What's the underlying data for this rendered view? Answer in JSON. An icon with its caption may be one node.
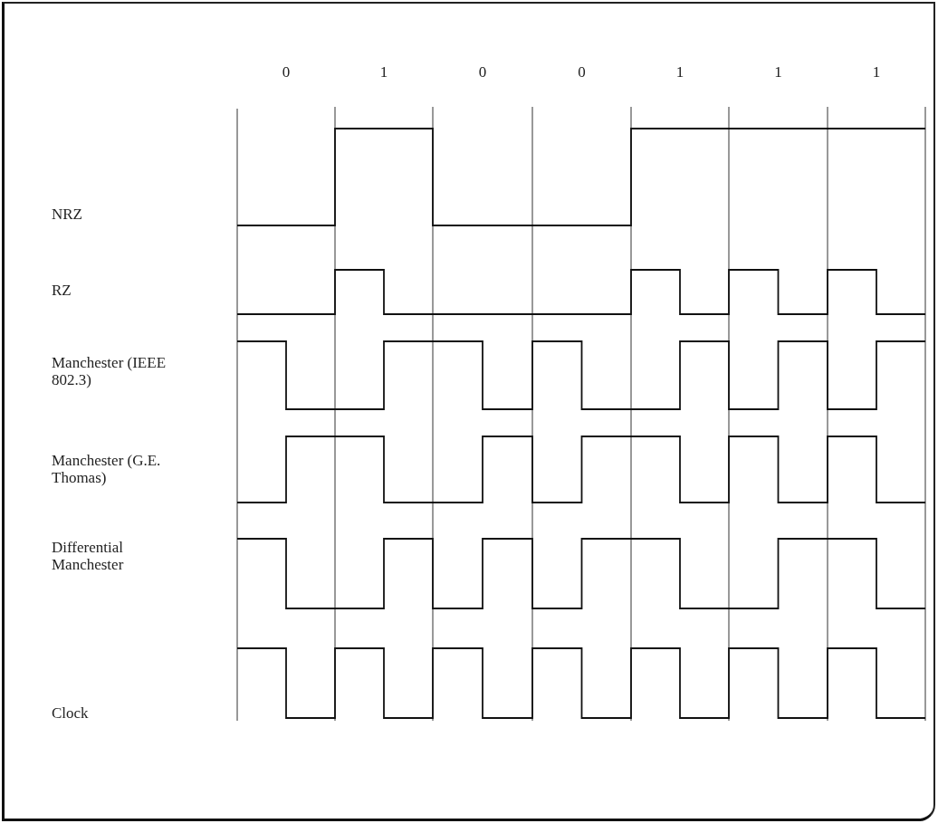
{
  "diagram": {
    "labels": [
      "0",
      "1",
      "0",
      "0",
      "1",
      "1",
      "1",
      "NRZ",
      "RZ",
      "Manchester (IEEE 802.3)",
      "Manchester (G.E. Thomas)",
      "Differential Manchester",
      "Clock"
    ]
  }
}
